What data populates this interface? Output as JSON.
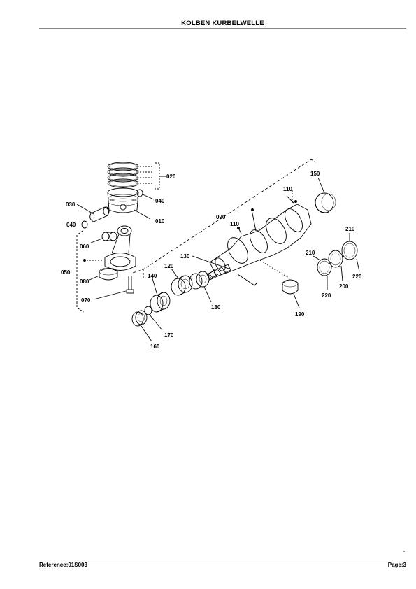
{
  "header": {
    "title": "KOLBEN KURBELWELLE"
  },
  "footer": {
    "reference": "Reference:01S003",
    "page": "Page:3",
    "mark": "-"
  },
  "diagram": {
    "callouts": [
      {
        "id": "020",
        "label": "020"
      },
      {
        "id": "040a",
        "label": "040"
      },
      {
        "id": "030",
        "label": "030"
      },
      {
        "id": "040b",
        "label": "040"
      },
      {
        "id": "010",
        "label": "010"
      },
      {
        "id": "060",
        "label": "060"
      },
      {
        "id": "050",
        "label": "050"
      },
      {
        "id": "080",
        "label": "080"
      },
      {
        "id": "070",
        "label": "070"
      },
      {
        "id": "090",
        "label": "090"
      },
      {
        "id": "110a",
        "label": "110"
      },
      {
        "id": "110b",
        "label": "110"
      },
      {
        "id": "150",
        "label": "150"
      },
      {
        "id": "130",
        "label": "130"
      },
      {
        "id": "120",
        "label": "120"
      },
      {
        "id": "140",
        "label": "140"
      },
      {
        "id": "180",
        "label": "180"
      },
      {
        "id": "170",
        "label": "170"
      },
      {
        "id": "160",
        "label": "160"
      },
      {
        "id": "190",
        "label": "190"
      },
      {
        "id": "210a",
        "label": "210"
      },
      {
        "id": "210b",
        "label": "210"
      },
      {
        "id": "200",
        "label": "200"
      },
      {
        "id": "220a",
        "label": "220"
      },
      {
        "id": "220b",
        "label": "220"
      }
    ]
  }
}
